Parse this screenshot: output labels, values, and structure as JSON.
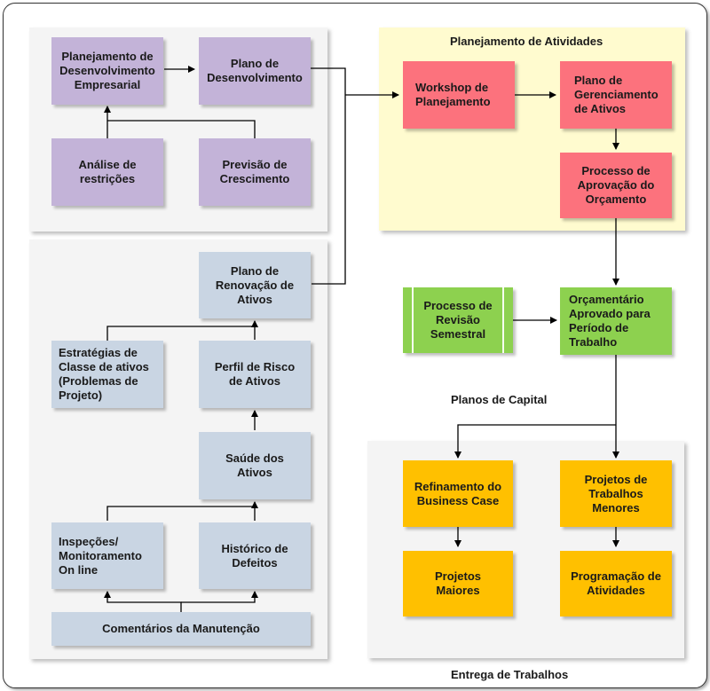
{
  "captions": {
    "planning_activities": "Planejamento de Atividades",
    "capital_plans": "Planos de Capital",
    "work_delivery": "Entrega de Trabalhos"
  },
  "nodes": {
    "planejamento_desenvolvimento_empresarial": "Planejamento de\nDesenvolvimento\nEmpresarial",
    "plano_desenvolvimento": "Plano de\nDesenvolvimento",
    "analise_restricoes": "Análise de\nrestrições",
    "previsao_crescimento": "Previsão de\nCrescimento",
    "workshop_planejamento": "Workshop de\nPlanejamento",
    "plano_gerenciamento_ativos": "Plano de\nGerenciamento\nde Ativos",
    "processo_aprovacao_orcamento": "Processo de\nAprovação do\nOrçamento",
    "plano_renovacao_ativos": "Plano de\nRenovação de\nAtivos",
    "estrategias_classe_ativos": "Estratégias de\nClasse de ativos\n(Problemas de\nProjeto)",
    "perfil_risco_ativos": "Perfil de Risco\nde Ativos",
    "saude_ativos": "Saúde dos\nAtivos",
    "inspecoes_monitoramento": "Inspeções/\nMonitoramento\nOn line",
    "historico_defeitos": "Histórico de\nDefeitos",
    "comentarios_manutencao": "Comentários da Manutenção",
    "processo_revisao_semestral": "Processo de\nRevisão\nSemestral",
    "orcamentario_aprovado": "Orçamentário\nAprovado para\nPeríodo de\nTrabalho",
    "refinamento_business_case": "Refinamento do\nBusiness Case",
    "projetos_trabalhos_menores": "Projetos de\nTrabalhos\nMenores",
    "projetos_maiores": "Projetos\nMaiores",
    "programacao_atividades": "Programação de\nAtividades"
  },
  "colors": {
    "purple": "#c3b3d8",
    "blue_gray": "#c9d5e3",
    "red": "#fc727d",
    "green": "#8dd14f",
    "orange": "#ffc000",
    "yellow_panel": "#fffbcf",
    "gray_panel": "#f4f4f4"
  }
}
